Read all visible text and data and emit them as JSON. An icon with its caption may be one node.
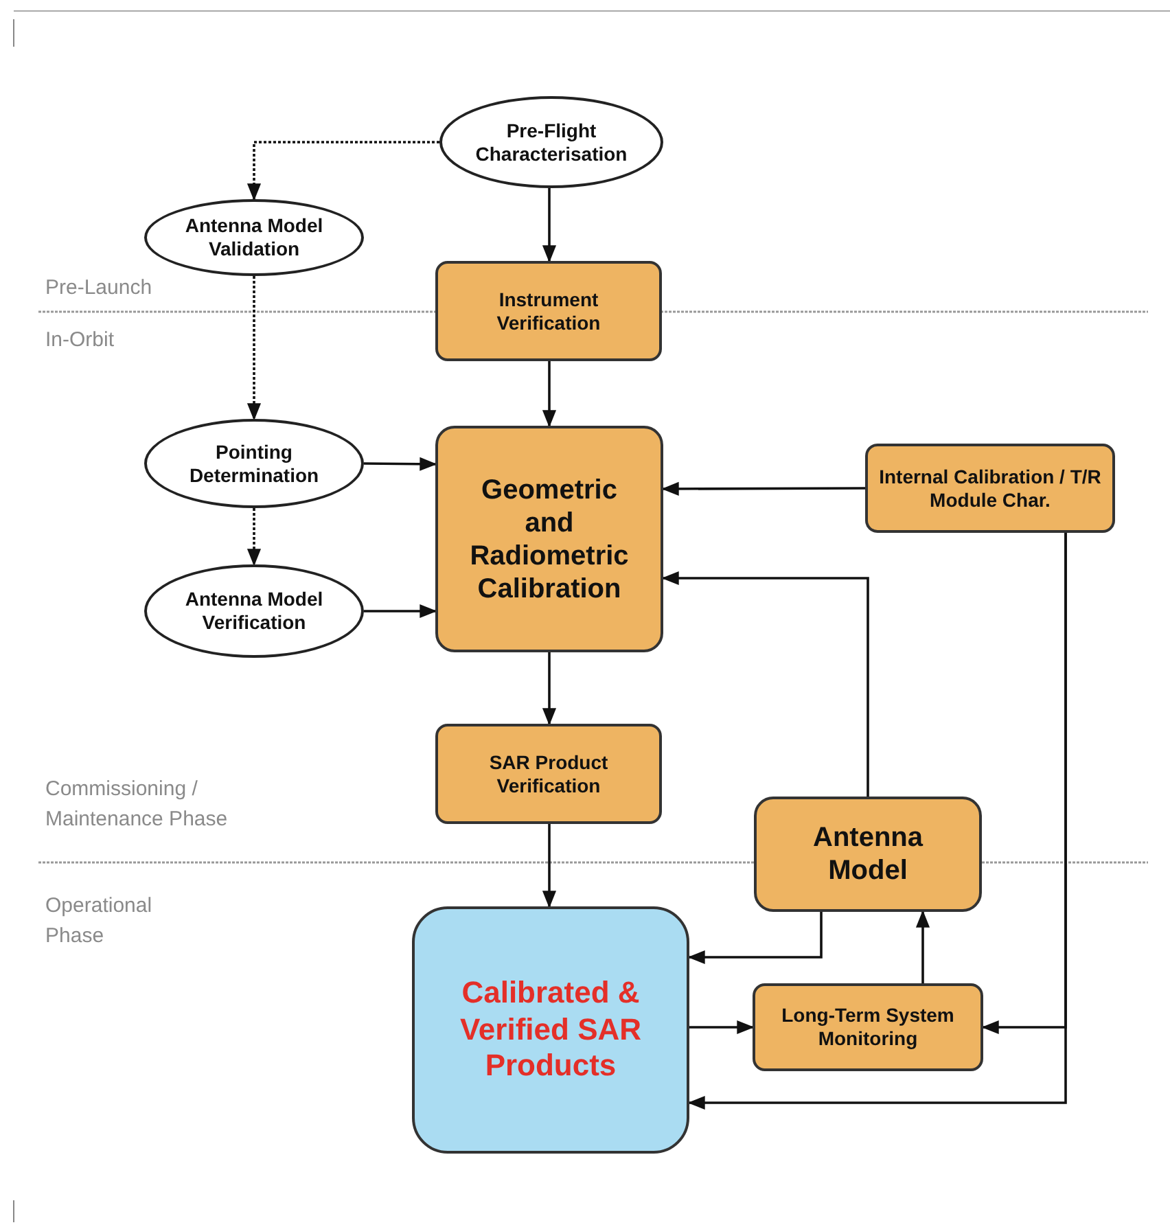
{
  "diagram": {
    "nodes": [
      {
        "text": [
          "Pre-Flight Characterisation"
        ]
      },
      {
        "text": [
          "Antenna Model Validation"
        ]
      },
      {
        "text": [
          "Instrument Verification"
        ]
      },
      {
        "text": [
          "Pointing Determination"
        ]
      },
      {
        "text": [
          "Geometric and Radiometric Calibration"
        ]
      },
      {
        "text": [
          "Internal Calibration / T/R Module Char."
        ]
      },
      {
        "text": [
          "Antenna Model Verification"
        ]
      },
      {
        "text": [
          "SAR Product Verification"
        ]
      },
      {
        "text": [
          "Antenna Model"
        ]
      },
      {
        "text": [
          "Calibrated & Verified SAR Products"
        ]
      },
      {
        "text": [
          "Long-Term System Monitoring"
        ]
      }
    ],
    "edges": [
      {
        "from": 0,
        "to": 1,
        "arrow": "to",
        "style": "dashed"
      },
      {
        "from": 0,
        "to": 2,
        "arrow": "to"
      },
      {
        "from": 1,
        "to": 3,
        "arrow": "to",
        "style": "dashed"
      },
      {
        "from": 2,
        "to": 4,
        "arrow": "to"
      },
      {
        "from": 3,
        "to": 4,
        "arrow": "to"
      },
      {
        "from": 3,
        "to": 6,
        "arrow": "to",
        "style": "dashed"
      },
      {
        "from": 6,
        "to": 4,
        "arrow": "to"
      },
      {
        "from": 5,
        "to": 4,
        "arrow": "to"
      },
      {
        "from": 8,
        "to": 4,
        "arrow": "to"
      },
      {
        "from": 4,
        "to": 7,
        "arrow": "to"
      },
      {
        "from": 7,
        "to": 9,
        "arrow": "to"
      },
      {
        "from": 8,
        "to": 9,
        "arrow": "to"
      },
      {
        "from": 10,
        "to": 8,
        "arrow": "to"
      },
      {
        "from": 9,
        "to": 10,
        "arrow": "to"
      },
      {
        "from": 5,
        "to": 10,
        "arrow": "to"
      },
      {
        "from": 5,
        "to": 9,
        "arrow": "to"
      }
    ],
    "labels": [
      "Pre-Launch",
      "In-Orbit",
      "Commissioning / Maintenance Phase",
      "Operational Phase"
    ]
  }
}
